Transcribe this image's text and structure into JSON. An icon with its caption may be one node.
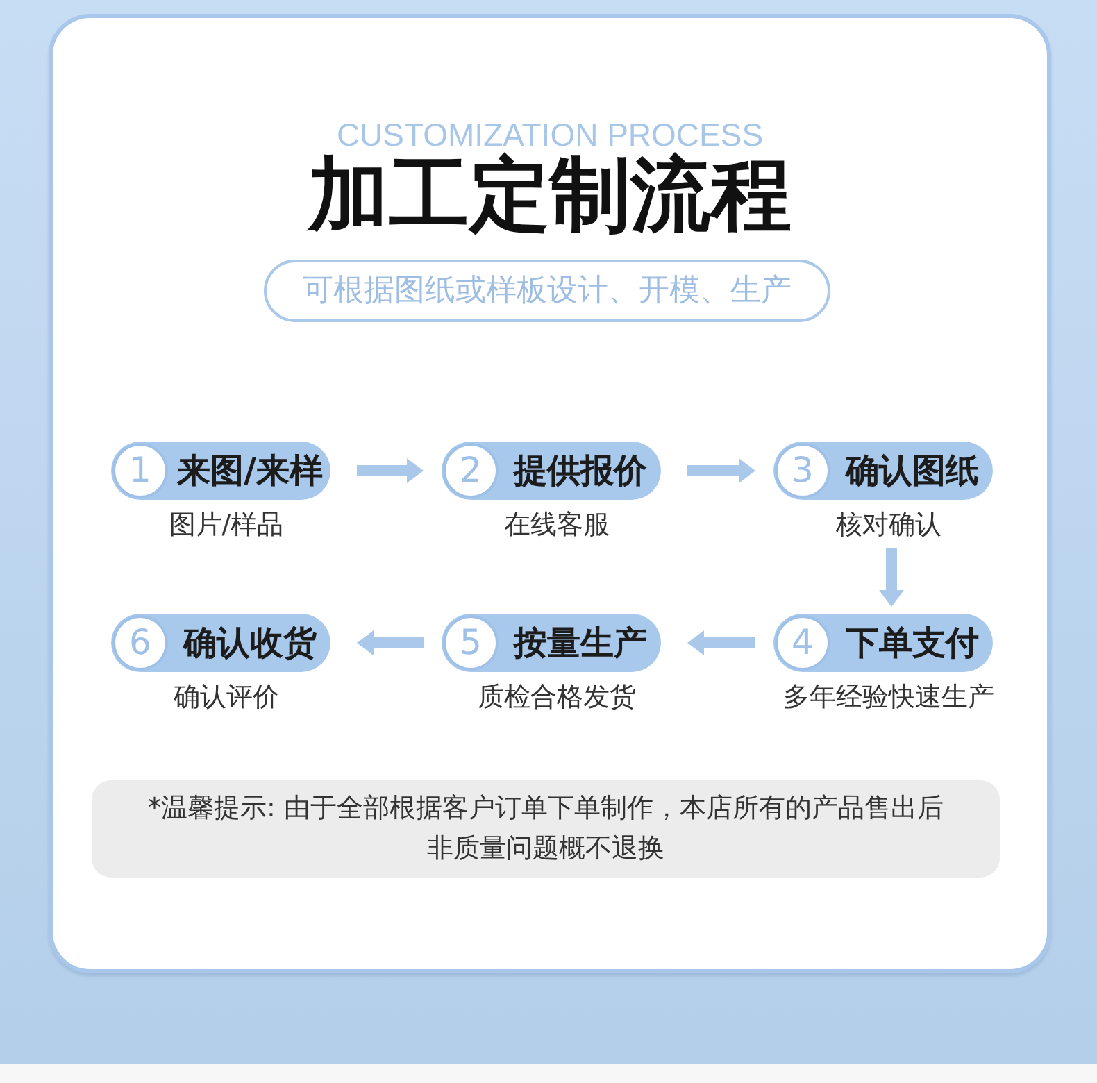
{
  "diagram": {
    "title": "加工定制流程",
    "nodes": [
      {
        "text": [
          "可根据图纸或样板设计、开模、生产"
        ]
      },
      {
        "text": [
          "来图/来样"
        ],
        "beside": [
          "图片/样品"
        ]
      },
      {
        "text": [
          "1"
        ],
        "in": 1
      },
      {
        "text": [
          "提供报价"
        ],
        "beside": [
          "在线客服"
        ]
      },
      {
        "text": [
          "2"
        ],
        "in": 3
      },
      {
        "text": [
          "确认图纸"
        ],
        "beside": [
          "核对确认"
        ]
      },
      {
        "text": [
          "3"
        ],
        "in": 5
      },
      {
        "text": [
          "确认收货"
        ],
        "beside": [
          "确认评价"
        ]
      },
      {
        "text": [
          "6"
        ],
        "in": 7
      },
      {
        "text": [
          "按量生产"
        ],
        "beside": [
          "质检合格发货"
        ]
      },
      {
        "text": [
          "5"
        ],
        "in": 9
      },
      {
        "text": [
          "下单支付"
        ],
        "beside": [
          "多年经验快速生产"
        ]
      },
      {
        "text": [
          "4"
        ],
        "in": 11
      },
      {
        "text": [
          "*温馨提示: 由于全部根据客户订单下单制作，本店所有的产品售出后非质量问题概不退换"
        ]
      }
    ],
    "edges": [
      {
        "from": 1,
        "to": 3,
        "arrow": "to"
      },
      {
        "from": 3,
        "to": 5,
        "arrow": "to"
      },
      {
        "from": 5,
        "to": 11,
        "arrow": "to"
      },
      {
        "from": 11,
        "to": 9,
        "arrow": "to"
      },
      {
        "from": 9,
        "to": 7,
        "arrow": "to"
      }
    ],
    "labels": [
      "CUSTOMIZATION PROCESS"
    ]
  }
}
